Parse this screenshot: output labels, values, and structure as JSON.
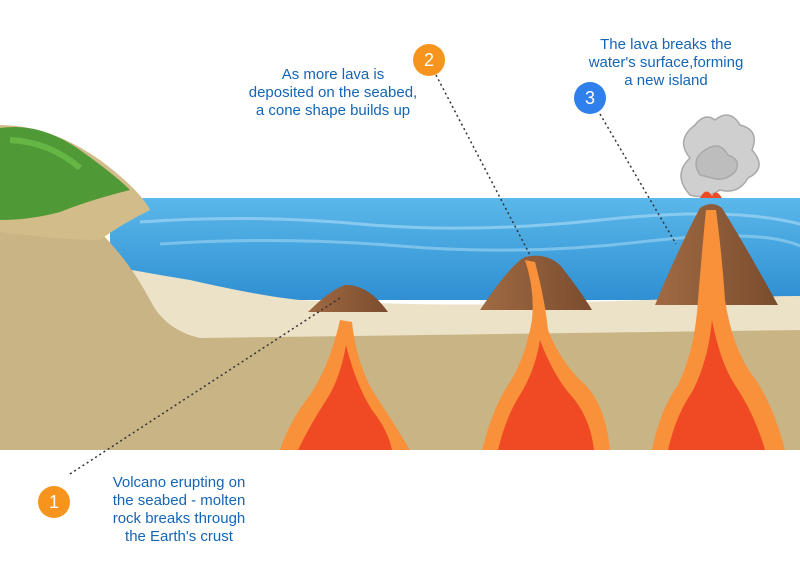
{
  "steps": [
    {
      "number": "1",
      "color": "#f7941d",
      "lines": [
        "Volcano erupting on",
        "the seabed - molten",
        "rock breaks through",
        "the Earth's crust"
      ]
    },
    {
      "number": "2",
      "color": "#f7941d",
      "lines": [
        "As more lava is",
        "deposited on the seabed,",
        "a cone shape builds up"
      ]
    },
    {
      "number": "3",
      "color": "#2f80ed",
      "lines": [
        "The lava breaks the",
        "water's surface,forming",
        "a new island"
      ]
    }
  ],
  "colors": {
    "caption_text": "#1565b5",
    "sea": "#3a9fdc",
    "sand": "#ece2c8",
    "crust": "#c9b486",
    "grass": "#4f9a36",
    "cone": "#8a5a3a",
    "lava": "#f04a24",
    "lava_rim": "#f8913a"
  }
}
